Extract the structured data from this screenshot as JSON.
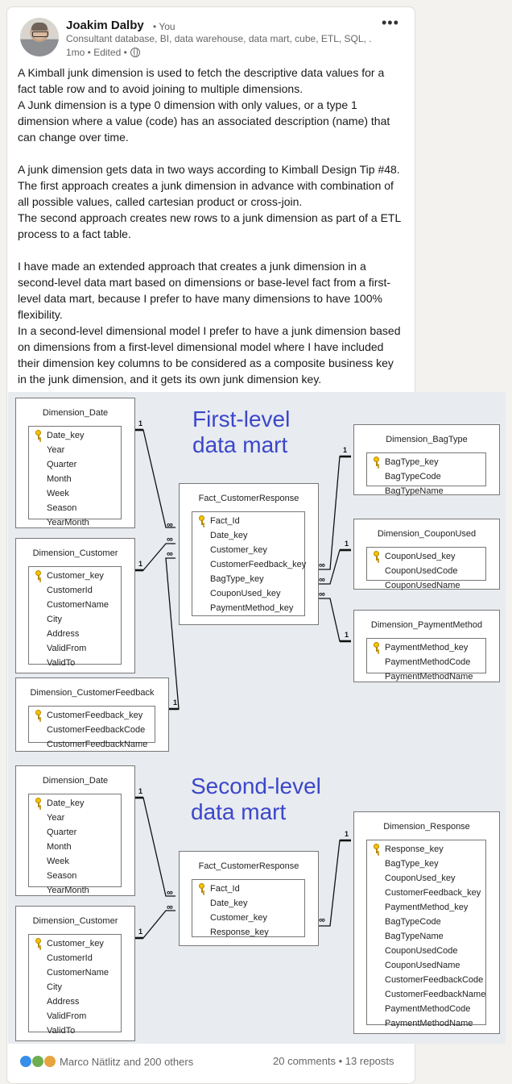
{
  "author": {
    "name": "Joakim Dalby",
    "relation": "• You",
    "headline": "Consultant database, BI, data warehouse, data mart, cube, ETL, SQL, ...",
    "time": "1mo • Edited •"
  },
  "post": {
    "p1": "A Kimball junk dimension is used to fetch the descriptive data values for a fact table row and to avoid joining to multiple dimensions.",
    "p2": "A Junk dimension is a type 0 dimension with only values, or a type 1 dimension where a value (code) has an associated description (name) that can change over time.",
    "p3": "A junk dimension gets data in two ways according to Kimball Design Tip #48.",
    "p4": "The first approach creates a junk dimension in advance with combination of all possible values, called cartesian product or cross-join.",
    "p5": "The second approach creates new rows to a junk dimension as part of a ETL process to a fact table.",
    "p6": "I have made an extended approach that creates a junk dimension in a second-level data mart based on dimensions or base-level fact from a first-level data mart, because I prefer to have many dimensions to have 100% flexibility.",
    "p7": "In a second-level dimensional model I prefer to have a junk dimension based on dimensions from a first-level dimensional model where I have included their dimension key columns to be considered as a composite business key in the junk dimension, and it gets its own junk dimension key."
  },
  "diagram": {
    "label_first": "First-level\ndata mart",
    "label_second": "Second-level\ndata mart",
    "rel_one": "1",
    "rel_many": "∞",
    "tables": {
      "t1": {
        "title": "Dimension_Date",
        "key": "Date_key",
        "cols": [
          "Year",
          "Quarter",
          "Month",
          "Week",
          "Season",
          "YearMonth"
        ]
      },
      "t2": {
        "title": "Dimension_Customer",
        "key": "Customer_key",
        "cols": [
          "CustomerId",
          "CustomerName",
          "City",
          "Address",
          "ValidFrom",
          "ValidTo"
        ]
      },
      "t3": {
        "title": "Dimension_CustomerFeedback",
        "key": "CustomerFeedback_key",
        "cols": [
          "CustomerFeedbackCode",
          "CustomerFeedbackName"
        ]
      },
      "t4": {
        "title": "Fact_CustomerResponse",
        "key": "Fact_Id",
        "cols": [
          "Date_key",
          "Customer_key",
          "CustomerFeedback_key",
          "BagType_key",
          "CouponUsed_key",
          "PaymentMethod_key"
        ]
      },
      "t5": {
        "title": "Dimension_BagType",
        "key": "BagType_key",
        "cols": [
          "BagTypeCode",
          "BagTypeName"
        ]
      },
      "t6": {
        "title": "Dimension_CouponUsed",
        "key": "CouponUsed_key",
        "cols": [
          "CouponUsedCode",
          "CouponUsedName"
        ]
      },
      "t7": {
        "title": "Dimension_PaymentMethod",
        "key": "PaymentMethod_key",
        "cols": [
          "PaymentMethodCode",
          "PaymentMethodName"
        ]
      },
      "t8": {
        "title": "Dimension_Date",
        "key": "Date_key",
        "cols": [
          "Year",
          "Quarter",
          "Month",
          "Week",
          "Season",
          "YearMonth"
        ]
      },
      "t9": {
        "title": "Dimension_Customer",
        "key": "Customer_key",
        "cols": [
          "CustomerId",
          "CustomerName",
          "City",
          "Address",
          "ValidFrom",
          "ValidTo"
        ]
      },
      "t10": {
        "title": "Fact_CustomerResponse",
        "key": "Fact_Id",
        "cols": [
          "Date_key",
          "Customer_key",
          "Response_key"
        ]
      },
      "t11": {
        "title": "Dimension_Response",
        "key": "Response_key",
        "cols": [
          "BagType_key",
          "CouponUsed_key",
          "CustomerFeedback_key",
          "PaymentMethod_key",
          "BagTypeCode",
          "BagTypeName",
          "CouponUsedCode",
          "CouponUsedName",
          "CustomerFeedbackCode",
          "CustomerFeedbackName",
          "PaymentMethodCode",
          "PaymentMethodName"
        ]
      }
    }
  },
  "footer": {
    "reactions": "Marco Nätlitz and 200 others",
    "counts": "20 comments • 13 reposts"
  }
}
